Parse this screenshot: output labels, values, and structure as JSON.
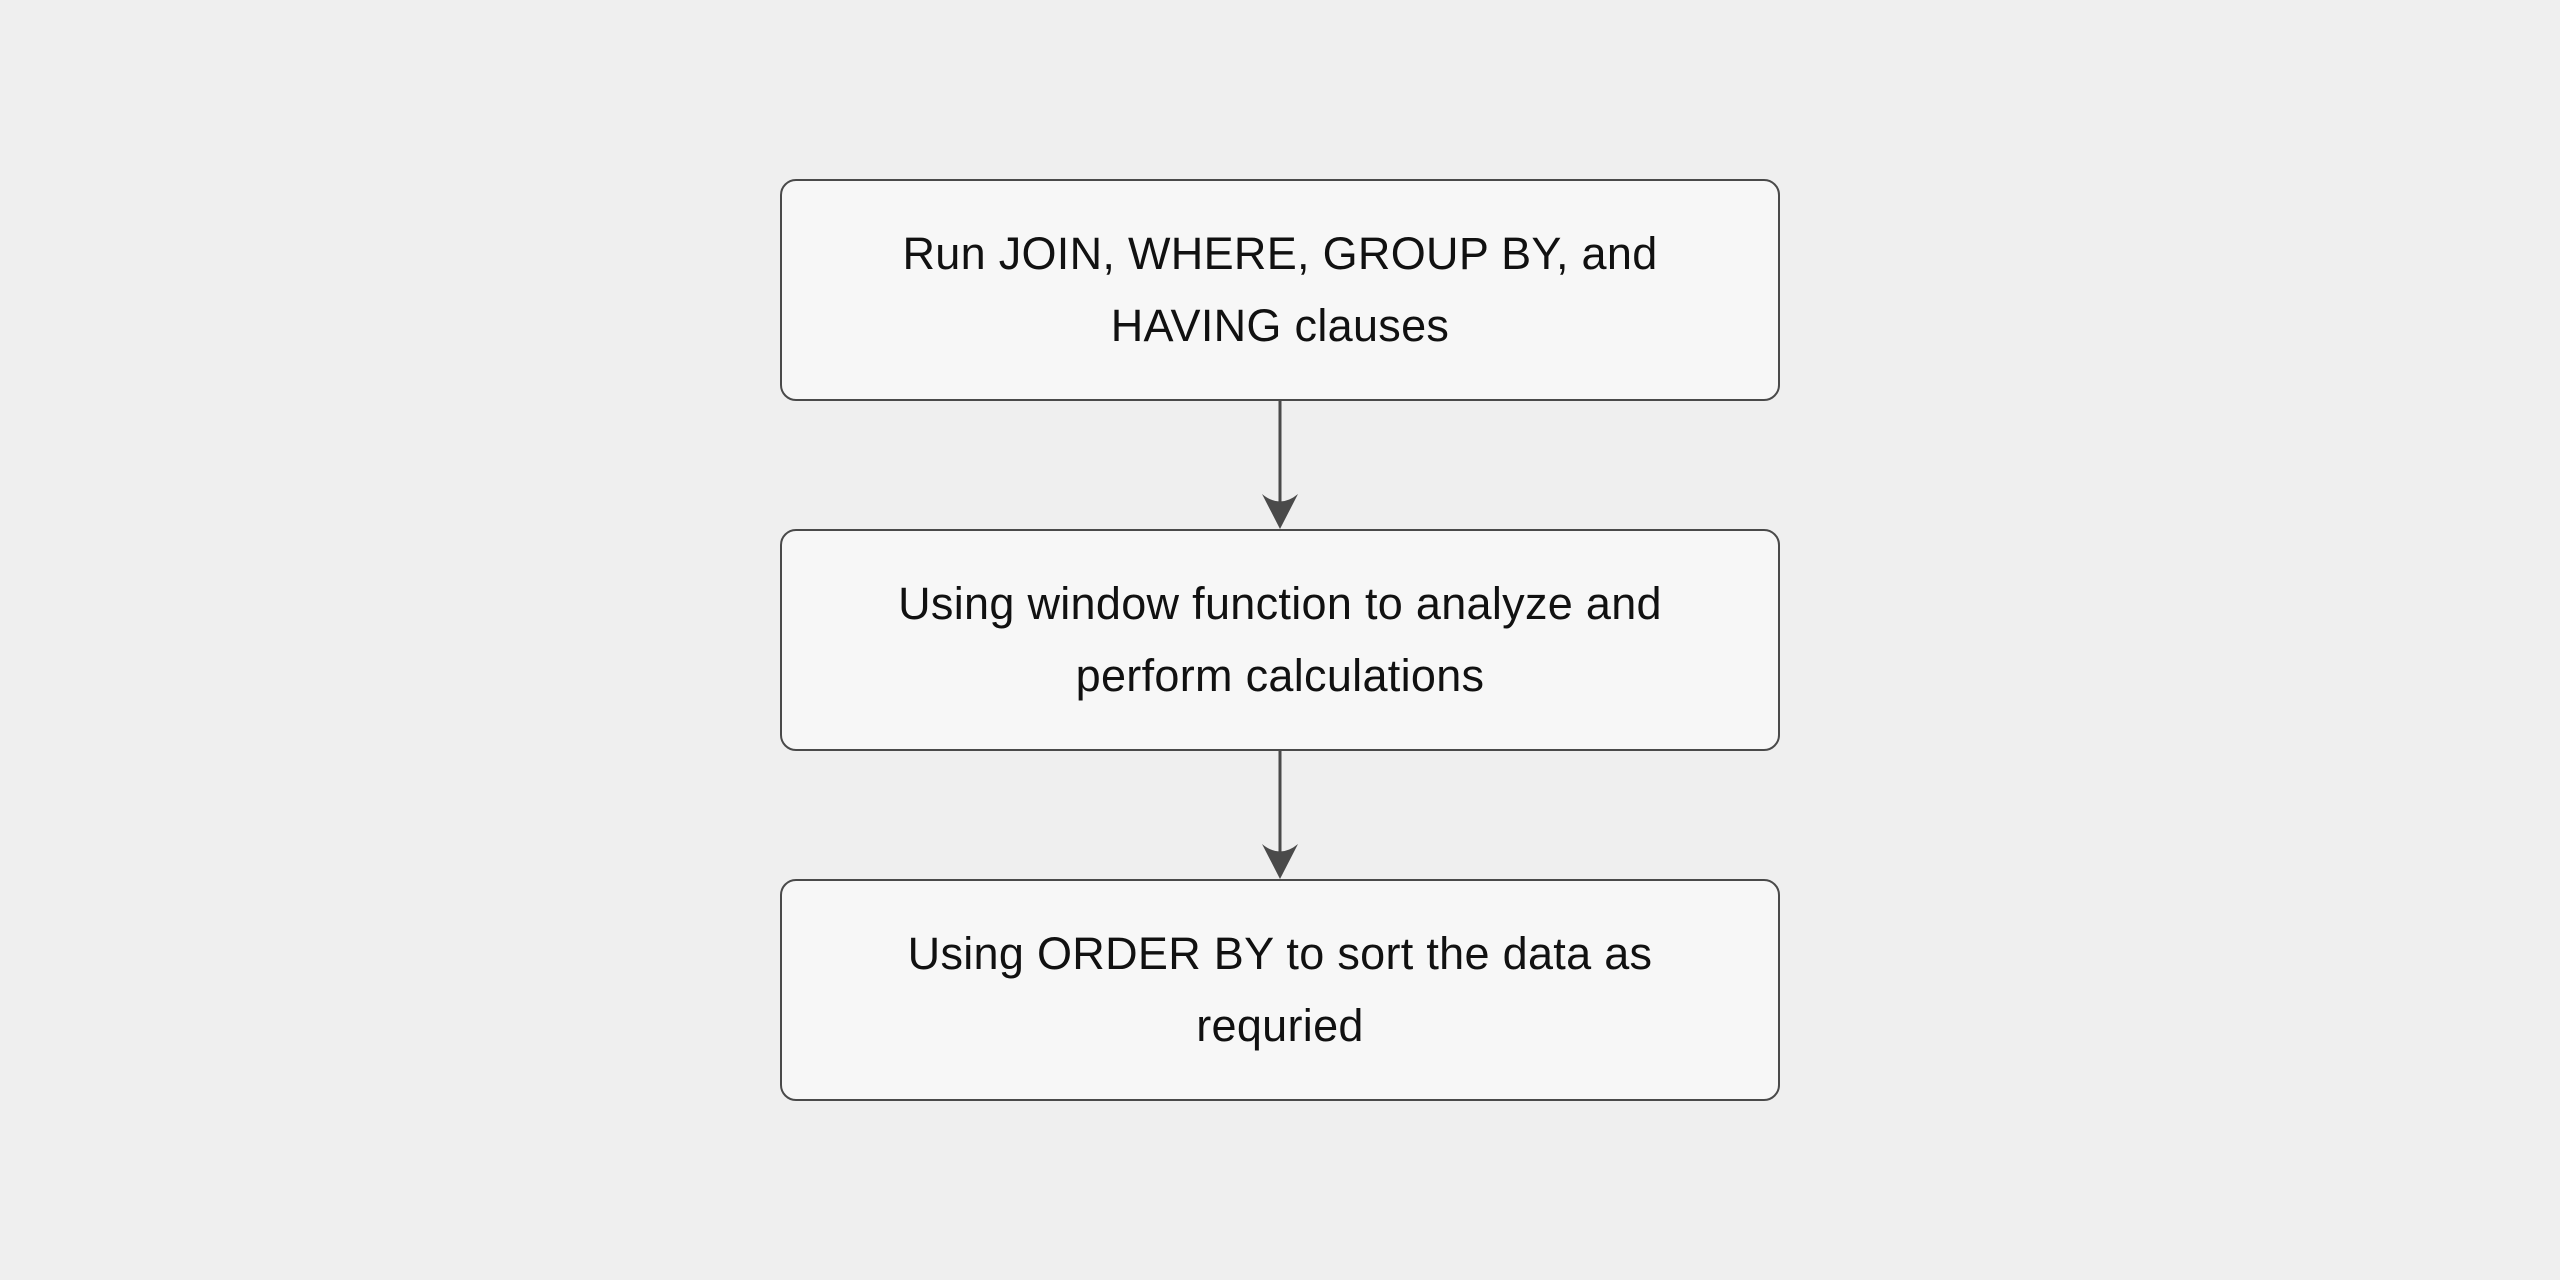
{
  "diagram": {
    "type": "flowchart",
    "direction": "top-down",
    "nodes": [
      {
        "id": "step-1",
        "label": "Run JOIN, WHERE, GROUP BY, and HAVING clauses"
      },
      {
        "id": "step-2",
        "label": "Using window function to analyze and perform calculations"
      },
      {
        "id": "step-3",
        "label": "Using ORDER BY to sort the data as requried"
      }
    ],
    "edges": [
      {
        "from": "step-1",
        "to": "step-2",
        "style": "arrow-down"
      },
      {
        "from": "step-2",
        "to": "step-3",
        "style": "arrow-down"
      }
    ]
  },
  "theme": {
    "page_background": "#efefef",
    "node_background": "#f7f7f7",
    "node_border": "#4a4a4a",
    "text_color": "#111111",
    "arrow_color": "#4a4a4a"
  }
}
